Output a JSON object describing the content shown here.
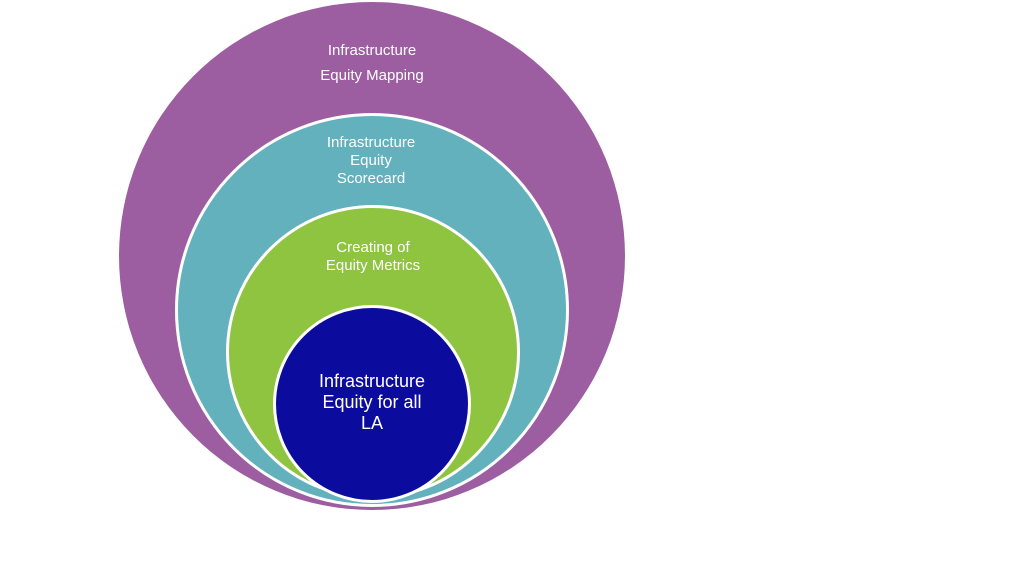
{
  "diagram": {
    "type": "nested-circles",
    "background_color": "#ffffff",
    "text_color": "#ffffff",
    "divider_color": "#ffffff",
    "rings": [
      {
        "label": "Infrastructure\nEquity Mapping",
        "color": "#9c5da1"
      },
      {
        "label": "Infrastructure\nEquity\nScorecard",
        "color": "#62b1bd"
      },
      {
        "label": "Creating of\nEquity Metrics",
        "color": "#8fc440"
      },
      {
        "label": "Infrastructure\nEquity for all\nLA",
        "color": "#0b0b9d"
      }
    ]
  }
}
